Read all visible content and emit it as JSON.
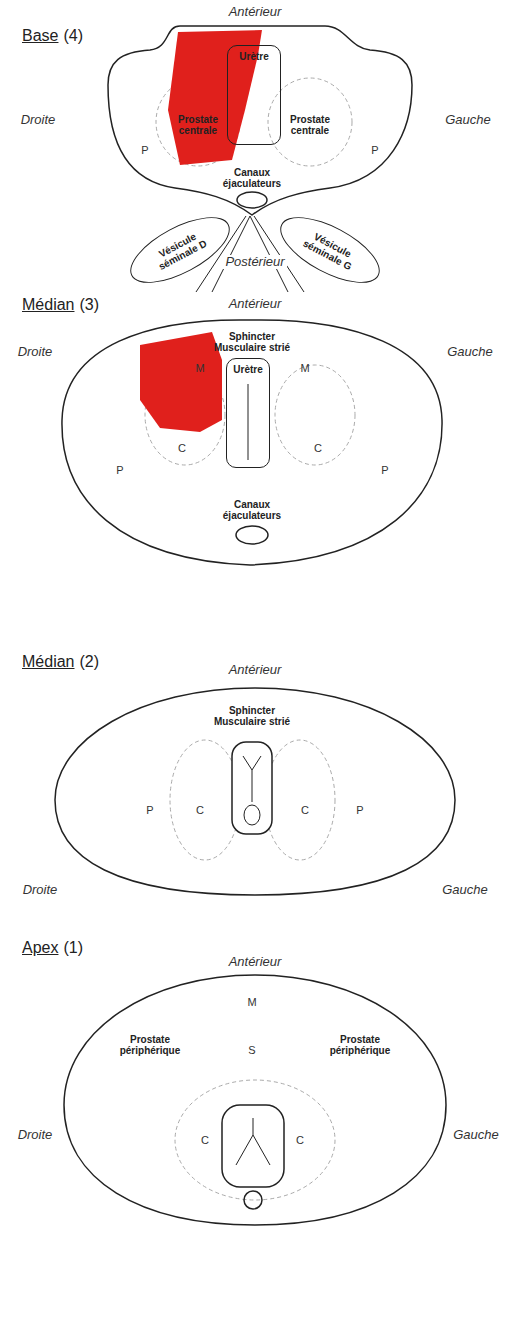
{
  "diagram": {
    "nodes": [
      {
        "text": [
          "Urètre"
        ]
      },
      {
        "text": [
          "Vésicule séminale D"
        ]
      },
      {
        "text": [
          "Vésicule séminale G"
        ]
      },
      {
        "text": [
          "Urètre"
        ]
      }
    ],
    "labels": [
      "Base",
      "(4)",
      "Antérieur",
      "Droite",
      "Gauche",
      "Prostate centrale",
      "Prostate centrale",
      "P",
      "P",
      "Canaux éjaculateurs",
      "Postérieur",
      "Médian",
      "(3)",
      "Antérieur",
      "Droite",
      "Gauche",
      "Sphincter Musculaire strié",
      "M",
      "M",
      "C",
      "C",
      "P",
      "P",
      "Canaux éjaculateurs",
      "Médian",
      "(2)",
      "Antérieur",
      "Sphincter Musculaire strié",
      "P",
      "C",
      "C",
      "P",
      "Droite",
      "Gauche",
      "Apex",
      "(1)",
      "Antérieur",
      "M",
      "S",
      "Prostate périphérique",
      "Prostate périphérique",
      "Droite",
      "C",
      "C",
      "Gauche"
    ]
  }
}
